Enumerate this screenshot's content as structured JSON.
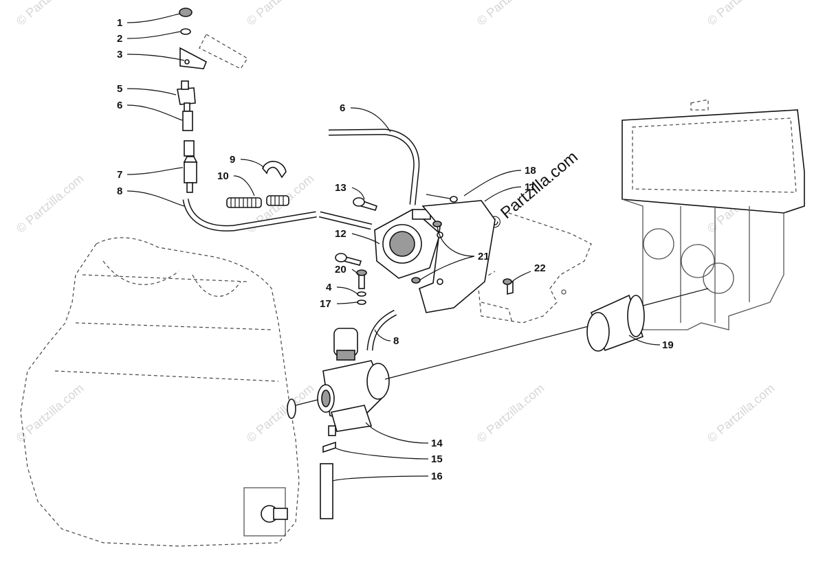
{
  "watermark": {
    "repeat_text": "© Partzilla.com",
    "center_text": "© Partzilla.com"
  },
  "callouts": [
    {
      "id": "c1",
      "text": "1"
    },
    {
      "id": "c2",
      "text": "2"
    },
    {
      "id": "c3",
      "text": "3"
    },
    {
      "id": "c5",
      "text": "5"
    },
    {
      "id": "c6a",
      "text": "6"
    },
    {
      "id": "c7",
      "text": "7"
    },
    {
      "id": "c8a",
      "text": "8"
    },
    {
      "id": "c9",
      "text": "9"
    },
    {
      "id": "c10",
      "text": "10"
    },
    {
      "id": "c6b",
      "text": "6"
    },
    {
      "id": "c18",
      "text": "18"
    },
    {
      "id": "c11",
      "text": "11"
    },
    {
      "id": "c13",
      "text": "13"
    },
    {
      "id": "c12",
      "text": "12"
    },
    {
      "id": "c21",
      "text": "21"
    },
    {
      "id": "c20",
      "text": "20"
    },
    {
      "id": "c4",
      "text": "4"
    },
    {
      "id": "c17",
      "text": "17"
    },
    {
      "id": "c22",
      "text": "22"
    },
    {
      "id": "c8b",
      "text": "8"
    },
    {
      "id": "c19",
      "text": "19"
    },
    {
      "id": "c14",
      "text": "14"
    },
    {
      "id": "c15",
      "text": "15"
    },
    {
      "id": "c16",
      "text": "16"
    }
  ]
}
